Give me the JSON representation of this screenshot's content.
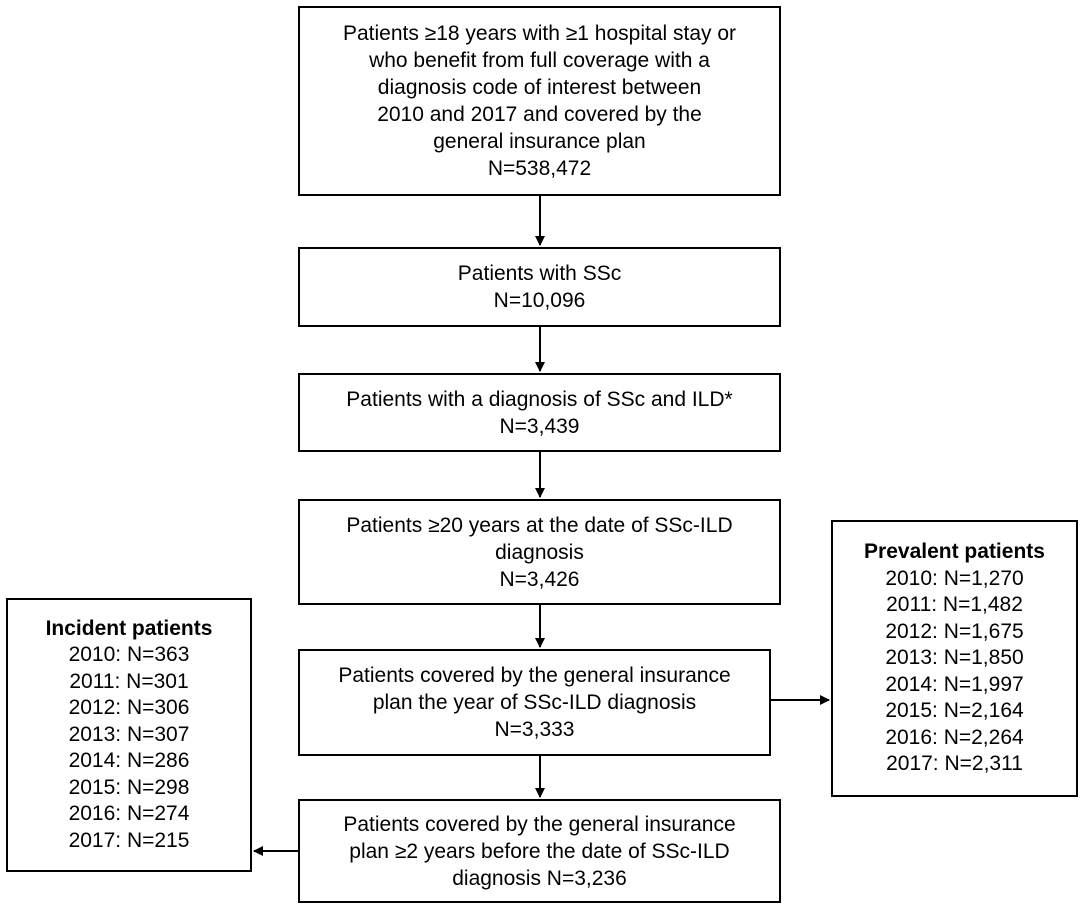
{
  "flow_boxes": [
    {
      "lines": [
        "Patients ≥18 years with ≥1 hospital stay or",
        "who benefit from full coverage with a",
        "diagnosis code of interest between",
        "2010 and 2017 and covered by the",
        "general insurance plan",
        "N=538,472"
      ]
    },
    {
      "lines": [
        "Patients with SSc",
        "N=10,096"
      ]
    },
    {
      "lines": [
        "Patients with a diagnosis of SSc and ILD*",
        "N=3,439"
      ]
    },
    {
      "lines": [
        "Patients ≥20 years at the date of SSc-ILD",
        "diagnosis",
        "N=3,426"
      ]
    },
    {
      "lines": [
        "Patients covered by the general insurance",
        "plan the year of SSc-ILD diagnosis",
        "N=3,333"
      ]
    },
    {
      "lines": [
        "Patients covered by the general insurance",
        "plan ≥2 years before the date of SSc-ILD",
        "diagnosis N=3,236"
      ]
    }
  ],
  "incident": {
    "title": "Incident patients",
    "rows": [
      "2010: N=363",
      "2011: N=301",
      "2012: N=306",
      "2013: N=307",
      "2014: N=286",
      "2015: N=298",
      "2016: N=274",
      "2017: N=215"
    ]
  },
  "prevalent": {
    "title": "Prevalent patients",
    "rows": [
      "2010: N=1,270",
      "2011: N=1,482",
      "2012: N=1,675",
      "2013: N=1,850",
      "2014: N=1,997",
      "2015: N=2,164",
      "2016: N=2,264",
      "2017: N=2,311"
    ]
  }
}
